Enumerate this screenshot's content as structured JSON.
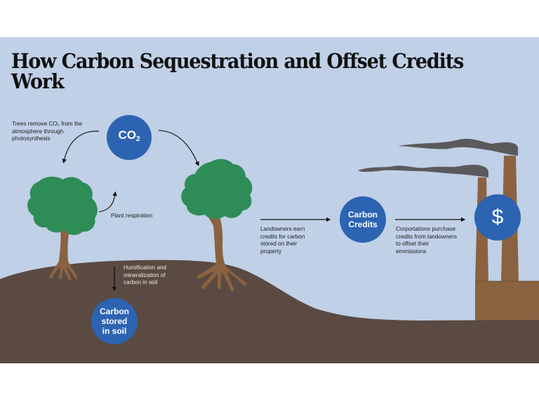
{
  "title": "How Carbon Sequestration and Offset Credits Work",
  "colors": {
    "sky": "#c0d0e7",
    "soil": "#5a4a41",
    "bubble": "#2c64b2",
    "tree_foliage": "#2e8c57",
    "tree_trunk": "#8a6240",
    "factory": "#8a6240",
    "smoke": "#5a5a5c"
  },
  "bubbles": {
    "co2": {
      "label": "CO",
      "subscript": "2"
    },
    "carbon_credits": {
      "label": "Carbon Credits"
    },
    "dollar": {
      "label": "$",
      "icon": "dollar-icon"
    },
    "carbon_soil": {
      "label": "Carbon stored in soil"
    }
  },
  "captions": {
    "photosynthesis": "Trees remove CO₂ from the atmosphere through photosynthesis",
    "respiration": "Plant respiration",
    "humification": "Humification and mineralization of carbon in soil",
    "landowners": "Landowners earn credits for carbon stored on their property",
    "corporations": "Corportations purchase credits from landowners to offset their emmissions"
  }
}
